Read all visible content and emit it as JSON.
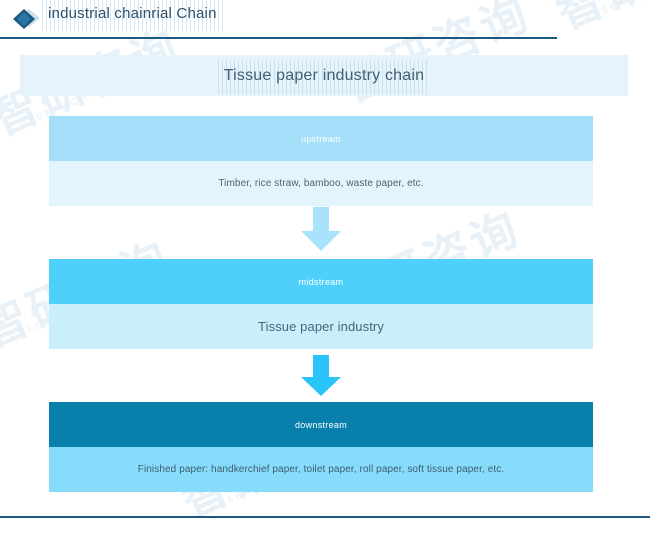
{
  "header": {
    "title": "industrial chainrial Chain",
    "diamond_icon": "diamond-icon",
    "rule_color": "#1b5981"
  },
  "chart_title": "Tissue paper industry chain",
  "chart_data": {
    "type": "diagram",
    "title": "Tissue paper industry chain",
    "stages": [
      {
        "key": "upstream",
        "label": "upstream",
        "content": "Timber, rice straw, bamboo, waste paper, etc.",
        "head_color": "#a5def9",
        "body_color": "#e3f4fc"
      },
      {
        "key": "midstream",
        "label": "midstream",
        "content": "Tissue paper industry",
        "head_color": "#4fd0fb",
        "body_color": "#cbeefd"
      },
      {
        "key": "downstream",
        "label": "downstream",
        "content": "Finished paper: handkerchief paper, toilet paper, roll paper, soft tissue paper, etc.",
        "head_color": "#0980ab",
        "body_color": "#87dcfb"
      }
    ],
    "connectors": [
      {
        "from": "upstream",
        "to": "midstream",
        "icon": "down-arrow-icon",
        "color": "#a9e2fb"
      },
      {
        "from": "midstream",
        "to": "downstream",
        "icon": "down-arrow-icon",
        "color": "#28c4fa"
      }
    ]
  },
  "watermark": {
    "glyph_primary": "智研咨询",
    "glyph_secondary": "智研咨询",
    "sub_text": "RESEARCH"
  },
  "colors": {
    "accent_dark": "#1b5981",
    "accent_mid": "#0980ab",
    "accent_light": "#4fd0fb",
    "accent_pale": "#a5def9",
    "title_band": "#e6f3fb"
  }
}
